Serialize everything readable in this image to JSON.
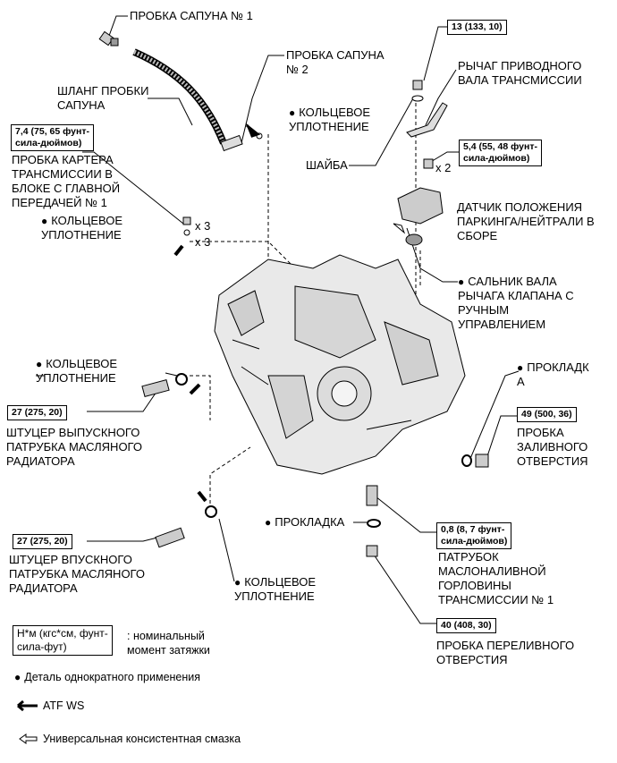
{
  "labels": {
    "breather_plug_1": "ПРОБКА САПУНА № 1",
    "breather_plug_2": "ПРОБКА САПУНА\n№ 2",
    "breather_hose": "ШЛАНГ ПРОБКИ\nСАПУНА",
    "oring_top": "КОЛЬЦЕВОЕ\nУПЛОТНЕНИЕ",
    "manual_lever": "РЫЧАГ ПРИВОДНОГО\nВАЛА ТРАНСМИССИИ",
    "washer": "ШАЙБА",
    "case_plug": "ПРОБКА КАРТЕРА\nТРАНСМИССИИ В\nБЛОКЕ С ГЛАВНОЙ\nПЕРЕДАЧЕЙ № 1",
    "oring_left": "КОЛЬЦЕВОЕ\nУПЛОТНЕНИЕ",
    "x3_a": "x 3",
    "x3_b": "x 3",
    "x2": "x 2",
    "pnp_switch": "ДАТЧИК ПОЛОЖЕНИЯ\nПАРКИНГА/НЕЙТРАЛИ В\nСБОРЕ",
    "oil_seal": "САЛЬНИК ВАЛА\nРЫЧАГА КЛАПАНА С\nРУЧНЫМ\nУПРАВЛЕНИЕМ",
    "oring_mid": "КОЛЬЦЕВОЕ\nУПЛОТНЕНИЕ",
    "gasket_right": "ПРОКЛАДК\nА",
    "outlet_union": "ШТУЦЕР ВЫПУСКНОГО\nПАТРУБКА МАСЛЯНОГО\nРАДИАТОРА",
    "filler_plug": "ПРОБКА\nЗАЛИВНОГО\nОТВЕРСТИЯ",
    "gasket_mid": "ПРОКЛАДКА",
    "inlet_union": "ШТУЦЕР ВПУСКНОГО\nПАТРУБКА МАСЛЯНОГО\nРАДИАТОРА",
    "filler_tube": "ПАТРУБОК\nМАСЛОНАЛИВНОЙ\nГОРЛОВИНЫ\nТРАНСМИССИИ № 1",
    "oring_bottom": "КОЛЬЦЕВОЕ\nУПЛОТНЕНИЕ",
    "overflow_plug": "ПРОБКА ПЕРЕЛИВНОГО\nОТВЕРСТИЯ"
  },
  "torques": {
    "t_13": "13 (133, 10)",
    "t_74": "7,4 (75, 65 фунт-\nсила-дюймов)",
    "t_54": "5,4 (55, 48 фунт-\nсила-дюймов)",
    "t_27a": "27 (275, 20)",
    "t_49": "49 (500, 36)",
    "t_27b": "27 (275, 20)",
    "t_08": "0,8 (8, 7 фунт-\nсила-дюймов)",
    "t_40": "40 (408, 30)"
  },
  "legend": {
    "unit_box": "Н*м (кгс*см, фунт-\nсила-фут)",
    "unit_desc": ": номинальный\nмомент затяжки",
    "non_reusable": "Деталь однократного применения",
    "atf": "ATF WS",
    "grease": "Универсальная консистентная смазка"
  }
}
